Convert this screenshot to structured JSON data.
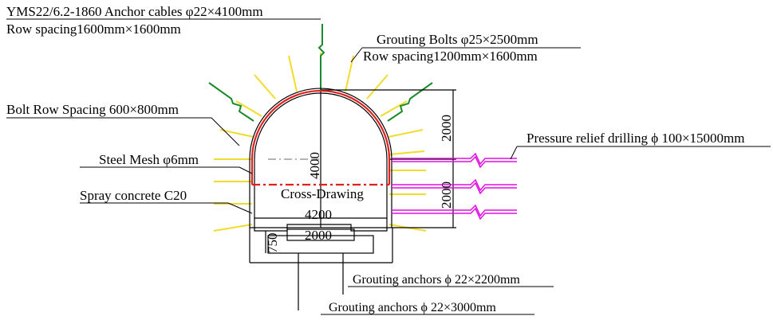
{
  "labels": {
    "anchor_cables": "YMS22/6.2-1860 Anchor cables φ22×4100mm",
    "anchor_row_spacing": "Row spacing1600mm×1600mm",
    "grouting_bolts": "Grouting Bolts φ25×2500mm",
    "grouting_row_spacing": "Row spacing1200mm×1600mm",
    "bolt_row_spacing": "Bolt Row Spacing 600×800mm",
    "steel_mesh": "Steel Mesh φ6mm",
    "spray_concrete": "Spray concrete C20",
    "pressure_relief": "Pressure relief drilling ϕ 100×15000mm",
    "grouting_anchors_2200": "Grouting anchors ϕ 22×2200mm",
    "grouting_anchors_3000": "Grouting anchors ϕ 22×3000mm",
    "cross_drawing": "Cross-Drawing"
  },
  "dimensions": {
    "height_4000": "4000",
    "right_2000_top": "2000",
    "right_2000_bottom": "2000",
    "width_4200": "4200",
    "width_2000": "2000",
    "depth_750": "750"
  },
  "colors": {
    "outline": "#000000",
    "lining": "#e0201c",
    "bolts": "#f0dc2a",
    "cables": "#1a8a2a",
    "relief": "#e010e0",
    "centerline": "#888888",
    "section_line": "#e0201c"
  }
}
